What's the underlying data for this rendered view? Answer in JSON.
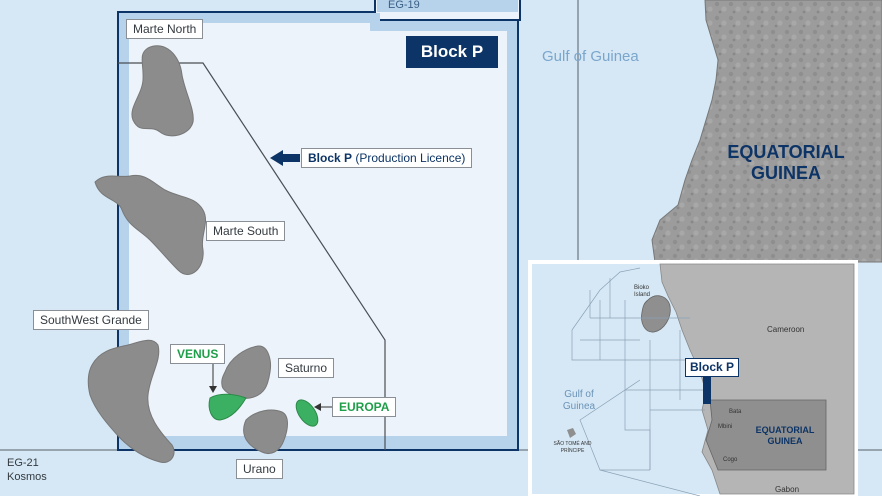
{
  "colors": {
    "sea": "#d6e8f5",
    "block_fill": "#ecf3fa",
    "block_border": "#0d3466",
    "land": "#9a9a9a",
    "field": "#8c8c8c",
    "accent_green": "#3cb062",
    "label_navy": "#0d3466"
  },
  "main_map": {
    "block_id": "EG-19",
    "block_name": "Block P",
    "sea_name": "Gulf of Guinea",
    "country": "EQUATORIAL GUINEA",
    "licence_label_bold": "Block P",
    "licence_label_rest": "(Production Licence)",
    "fields": {
      "marte_north": "Marte North",
      "marte_south": "Marte South",
      "southwest_grande": "SouthWest Grande",
      "saturno": "Saturno",
      "urano": "Urano",
      "venus": "VENUS",
      "europa": "EUROPA"
    },
    "adjacent_block": {
      "name": "EG-21",
      "operator": "Kosmos"
    }
  },
  "inset_map": {
    "bioko": "Bioko Island",
    "cameroon": "Cameroon",
    "block_p": "Block P",
    "gulf": "Gulf of Guinea",
    "sao_tome": "SÃO TOMÉ AND PRÍNCIPE",
    "country": "EQUATORIAL GUINEA",
    "bata": "Bata",
    "mbini": "Mbini",
    "cogo": "Cogo",
    "gabon": "Gabon"
  }
}
